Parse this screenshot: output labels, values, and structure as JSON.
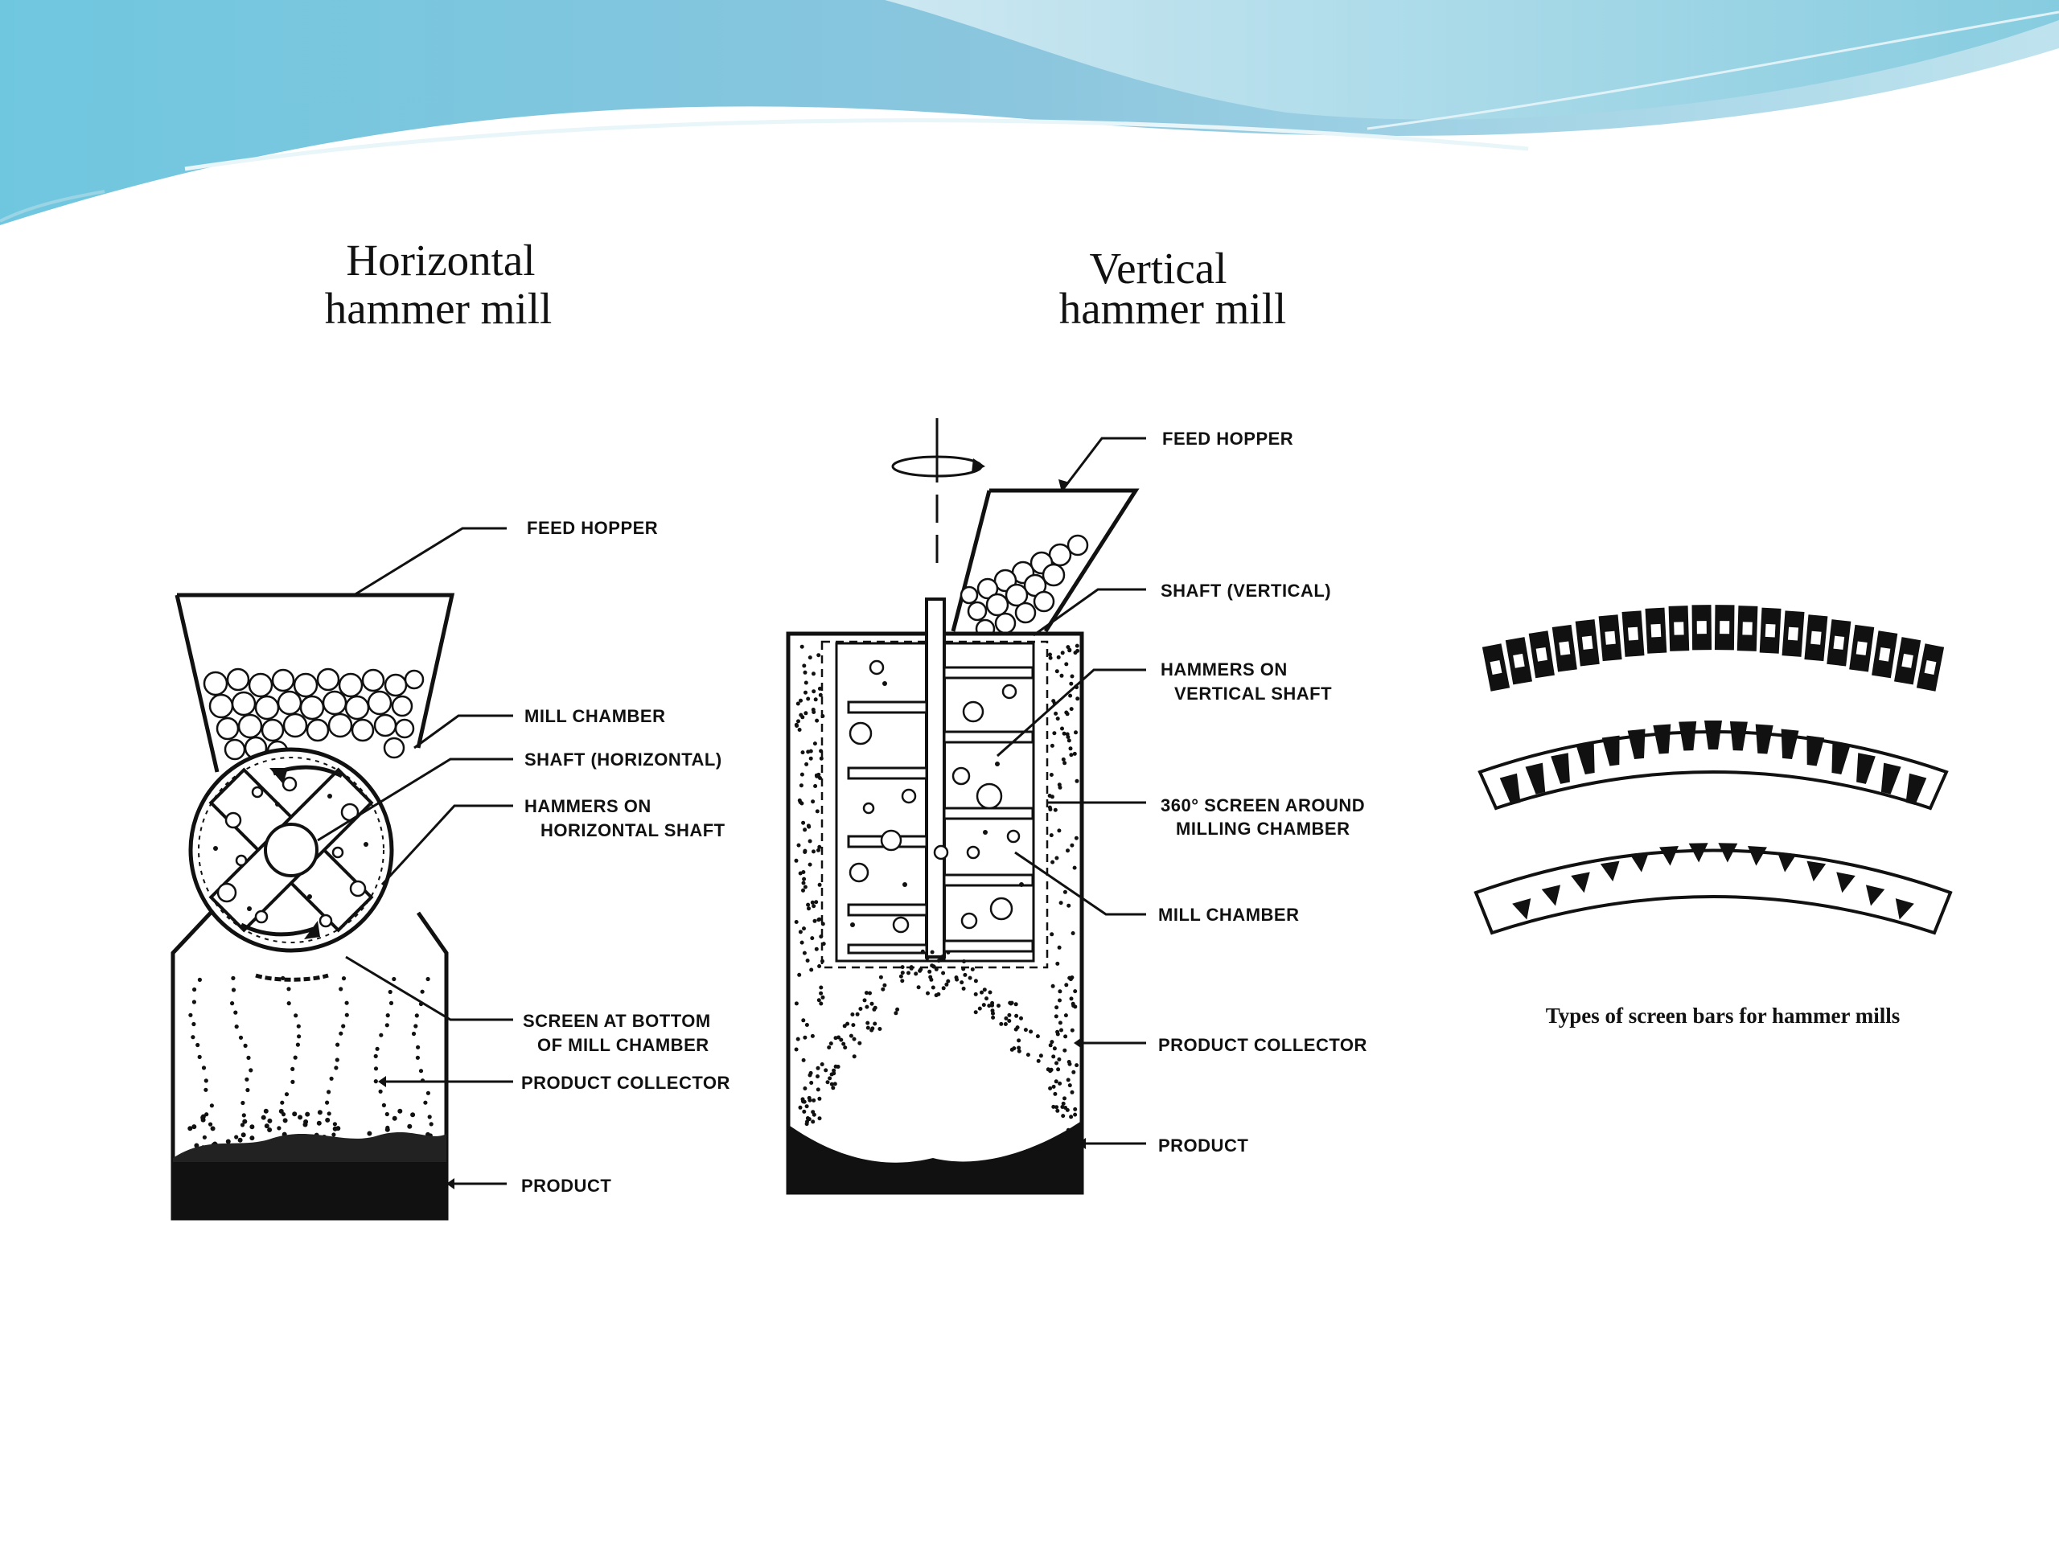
{
  "slide": {
    "background": "#ffffff",
    "banner_colors": [
      "#7fc3dc",
      "#a9dbe9",
      "#e9f6fa"
    ]
  },
  "horizontal_mill": {
    "title_line1": "Horizontal",
    "title_line2": "hammer mill",
    "labels": {
      "feed_hopper": "FEED HOPPER",
      "mill_chamber": "MILL CHAMBER",
      "shaft": "SHAFT (HORIZONTAL)",
      "hammers_line1": "HAMMERS ON",
      "hammers_line2": "HORIZONTAL SHAFT",
      "screen_line1": "SCREEN AT BOTTOM",
      "screen_line2": "OF MILL CHAMBER",
      "product_collector": "PRODUCT COLLECTOR",
      "product": "PRODUCT"
    }
  },
  "vertical_mill": {
    "title_line1": "Vertical",
    "title_line2": "hammer mill",
    "labels": {
      "feed_hopper": "FEED HOPPER",
      "shaft": "SHAFT (VERTICAL)",
      "hammers_line1": "HAMMERS ON",
      "hammers_line2": "VERTICAL SHAFT",
      "screen_line1": "360° SCREEN AROUND",
      "screen_line2": "MILLING CHAMBER",
      "mill_chamber": "MILL CHAMBER",
      "product_collector": "PRODUCT COLLECTOR",
      "product": "PRODUCT"
    }
  },
  "screen_bars": {
    "caption": "Types of screen bars for hammer mills"
  }
}
